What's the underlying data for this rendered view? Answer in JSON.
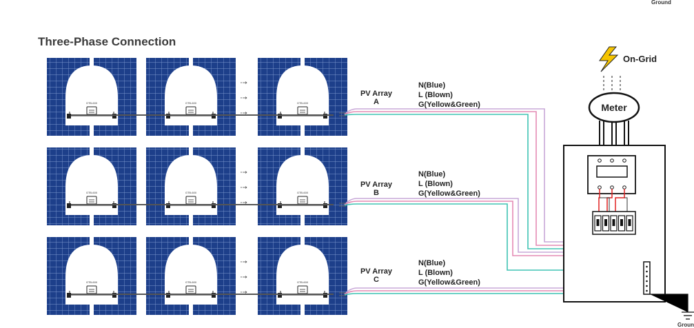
{
  "title": "Three-Phase Connection",
  "top_right_label": "Ground",
  "bottom_right_label": "Ground",
  "grid_label": "On-Grid",
  "meter_label": "Meter",
  "inverter_model": "GTB-600",
  "colors": {
    "panel": "#1d3f8a",
    "panel_grid": "#7d98cf",
    "neutral_wire": "#c8a8d8",
    "live_wire": "#e48ab4",
    "ground_wire": "#3fc3b3",
    "breaker_red": "#e02020",
    "lightning": "#f5c400"
  },
  "arrays": [
    {
      "name_line1": "PV Array",
      "name_line2": "A",
      "wires": [
        "N(Blue)",
        "L (Blown)",
        "G(Yellow&Green)"
      ]
    },
    {
      "name_line1": "PV Array",
      "name_line2": "B",
      "wires": [
        "N(Blue)",
        "L (Blown)",
        "G(Yellow&Green)"
      ]
    },
    {
      "name_line1": "PV Array",
      "name_line2": "C",
      "wires": [
        "N(Blue)",
        "L (Blown)",
        "G(Yellow&Green)"
      ]
    }
  ]
}
